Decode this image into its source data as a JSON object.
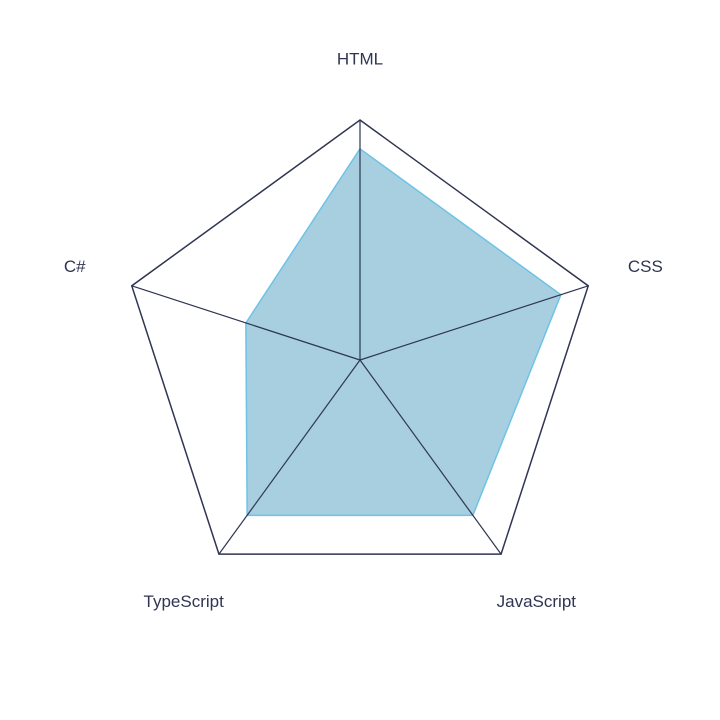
{
  "chart_data": {
    "type": "radar",
    "categories": [
      "HTML",
      "CSS",
      "JavaScript",
      "TypeScript",
      "C#"
    ],
    "series": [
      {
        "values": [
          88,
          88,
          80,
          80,
          50
        ]
      }
    ],
    "range": [
      0,
      100
    ],
    "grid": true,
    "colors": {
      "grid": "#2f3552",
      "fill": "#a7cfe0",
      "stroke": "#6ec3e6",
      "label": "#2f3552"
    }
  }
}
